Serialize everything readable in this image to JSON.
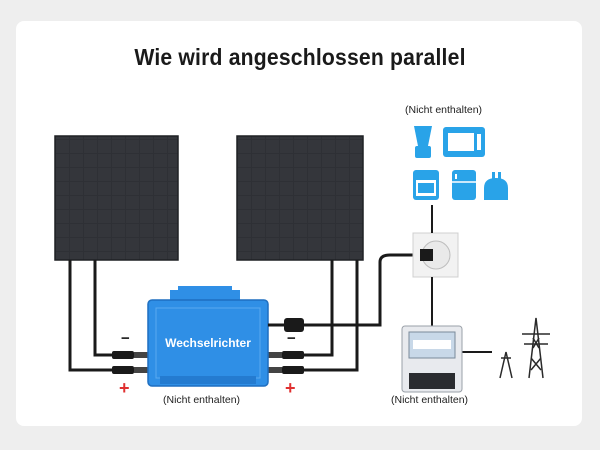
{
  "title": "Wie wird angeschlossen parallel",
  "appliances_note": "(Nicht enthalten)",
  "inverter_label": "Wechselrichter",
  "inverter_note": "(Nicht enthalten)",
  "meter_note": "(Nicht enthalten)",
  "minus_sign": "−",
  "plus_sign": "+",
  "colors": {
    "panel": "#2b2d31",
    "inverter": "#2f8fe6",
    "appliance": "#29a3e8",
    "plus": "#e03030",
    "cable": "#1a1a1a"
  },
  "icons": [
    "blender-icon",
    "microwave-icon",
    "stove-icon",
    "fridge-icon",
    "toaster-icon",
    "power-outlet-icon",
    "electricity-meter-icon",
    "power-tower-icon"
  ]
}
